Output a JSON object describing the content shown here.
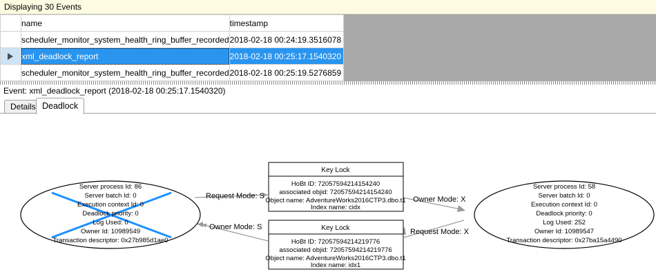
{
  "banner": {
    "text": "Displaying 30 Events"
  },
  "grid": {
    "columns": [
      "",
      "name",
      "timestamp"
    ],
    "rows": [
      {
        "selected": false,
        "marker": "",
        "name": "scheduler_monitor_system_health_ring_buffer_recorded",
        "timestamp": "2018-02-18 00:24:19.3516078"
      },
      {
        "selected": true,
        "marker": "row-arrow-icon",
        "name": "xml_deadlock_report",
        "timestamp": "2018-02-18 00:25:17.1540320"
      },
      {
        "selected": false,
        "marker": "",
        "name": "scheduler_monitor_system_health_ring_buffer_recorded",
        "timestamp": "2018-02-18 00:25:19.5276859"
      }
    ],
    "selection_color": "#2a95ef"
  },
  "event_detail": {
    "header": "Event: xml_deadlock_report (2018-02-18 00:25:17.1540320)",
    "tabs": [
      {
        "label": "Details",
        "active": false
      },
      {
        "label": "Deadlock",
        "active": true
      }
    ]
  },
  "deadlock": {
    "victim_color": "#1e90ff",
    "processes": [
      {
        "id": "process-left",
        "is_victim": true,
        "lines": [
          "Server process Id: 86",
          "Server batch Id: 0",
          "Execution context Id: 0",
          "Deadlock priority: 0",
          "Log Used: 0",
          "Owner Id: 10989549",
          "Transaction descriptor: 0x27b985d1ae0"
        ]
      },
      {
        "id": "process-right",
        "is_victim": false,
        "lines": [
          "Server process Id: 58",
          "Server batch Id: 0",
          "Execution context Id: 0",
          "Deadlock priority: 0",
          "Log Used: 252",
          "Owner Id: 10989547",
          "Transaction descriptor: 0x27ba15a4490"
        ]
      }
    ],
    "resources": [
      {
        "id": "keylock-top",
        "title": "Key Lock",
        "lines": [
          "HoBt ID: 72057594214154240",
          "associated objid: 72057594214154240",
          "Object name: AdventureWorks2016CTP3.dbo.t1",
          "Index name: cidx"
        ]
      },
      {
        "id": "keylock-bottom",
        "title": "Key Lock",
        "lines": [
          "HoBt ID: 72057594214219776",
          "associated objid: 72057594214219776",
          "Object name: AdventureWorks2016CTP3.dbo.t1",
          "Index name: idx1"
        ]
      }
    ],
    "edges": [
      {
        "id": "edge-left-request-top",
        "label": "Request Mode: S"
      },
      {
        "id": "edge-bottom-owner-left",
        "label": "Owner Mode: S"
      },
      {
        "id": "edge-top-owner-right",
        "label": "Owner Mode: X"
      },
      {
        "id": "edge-right-request-bottom",
        "label": "Request Mode: X"
      }
    ]
  }
}
